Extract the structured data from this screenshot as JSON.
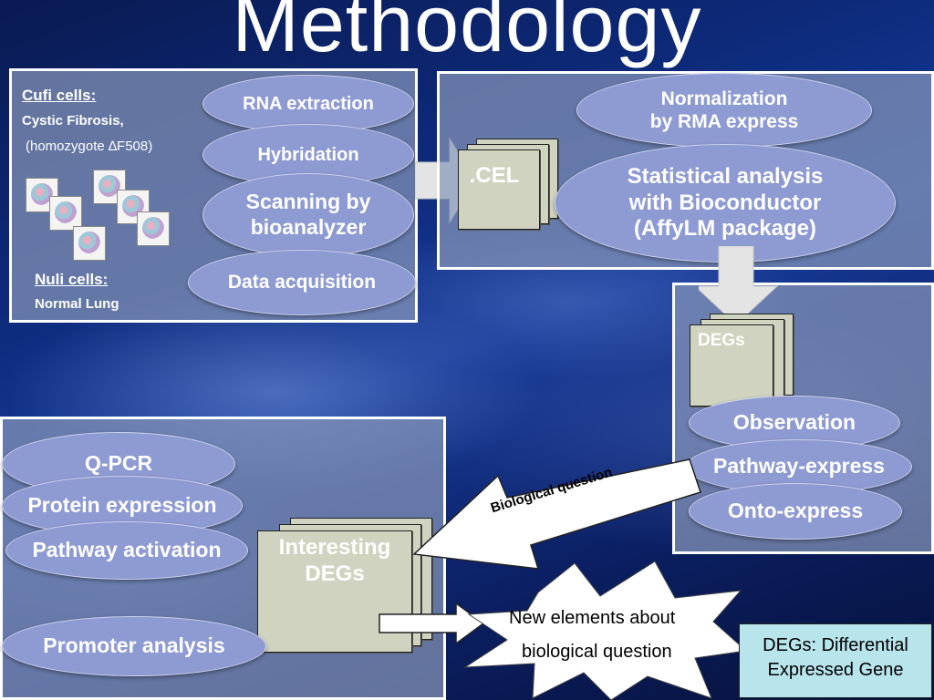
{
  "title": "Methodology",
  "left_panel": {
    "cufi_heading": "Cufi cells:",
    "cufi_line1": "Cystic Fibrosis,",
    "cufi_line2": "(homozygote ∆F508)",
    "nuli_heading": "Nuli cells:",
    "nuli_line1": "Normal Lung",
    "ovals": {
      "rna": "RNA extraction",
      "hyb": "Hybridation",
      "scan1": "Scanning by",
      "scan2": "bioanalyzer",
      "data": "Data acquisition"
    }
  },
  "right_top_panel": {
    "cel_label": ".CEL",
    "norm1": "Normalization",
    "norm2": "by RMA express",
    "stat1": "Statistical analysis",
    "stat2": "with Bioconductor",
    "stat3": "(AffyLM  package)"
  },
  "right_mid_panel": {
    "degs_label": "DEGs",
    "observation": "Observation",
    "pathway_express": "Pathway-express",
    "onto_express": "Onto-express"
  },
  "bottom_left_panel": {
    "qpcr": "Q-PCR",
    "protein": "Protein expression",
    "pathway_act": "Pathway activation",
    "promoter": "Promoter analysis",
    "interesting1": "Interesting",
    "interesting2": "DEGs"
  },
  "arrow_label": "Biological question",
  "burst1": "New elements about",
  "burst2": "biological question",
  "legend1": "DEGs: Differential",
  "legend2": "Expressed Gene",
  "colors": {
    "oval": "#8e9ad2",
    "panel": "#8796b9",
    "doc": "#cfd3bf",
    "legend_bg": "#b8e4ec"
  }
}
